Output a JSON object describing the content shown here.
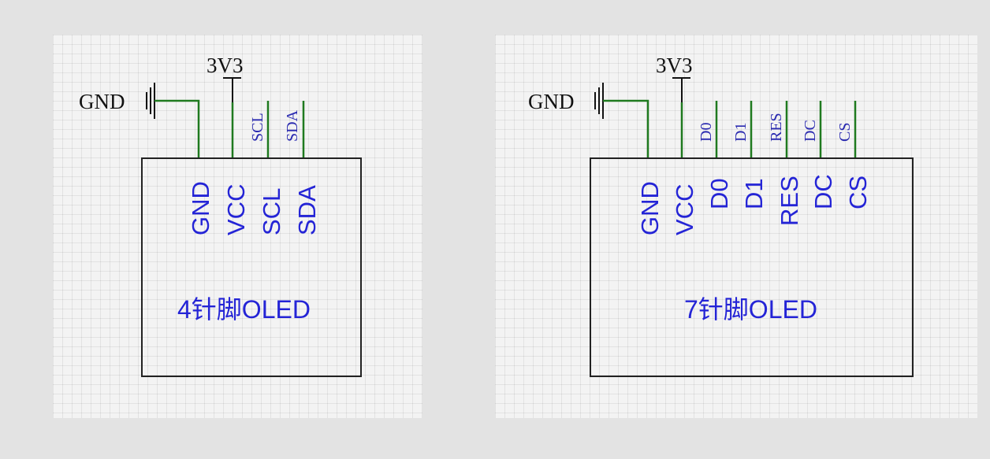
{
  "left": {
    "part_name": "4针脚OLED",
    "power_label": "3V3",
    "ground_label": "GND",
    "net_labels": [
      "SCL",
      "SDA"
    ],
    "pins": [
      "GND",
      "VCC",
      "SCL",
      "SDA"
    ]
  },
  "right": {
    "part_name": "7针脚OLED",
    "power_label": "3V3",
    "ground_label": "GND",
    "net_labels": [
      "D0",
      "D1",
      "RES",
      "DC",
      "CS"
    ],
    "pins": [
      "GND",
      "VCC",
      "D0",
      "D1",
      "RES",
      "DC",
      "CS"
    ]
  },
  "colors": {
    "wire": "#1f7a1f",
    "pin_text": "#2424d6",
    "net_text": "#2a2ab0",
    "background": "#e3e3e3",
    "grid_paper": "#f3f3f3"
  }
}
